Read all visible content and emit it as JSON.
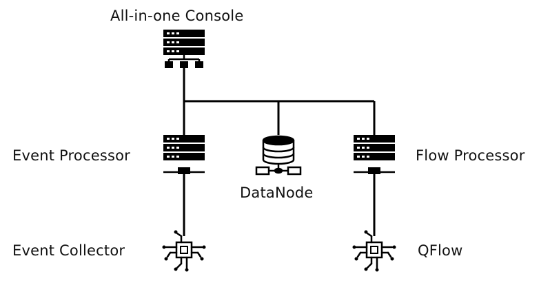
{
  "nodes": {
    "console": {
      "label": "All-in-one Console",
      "icon": "server-rack-network-icon"
    },
    "event_processor": {
      "label": "Event Processor",
      "icon": "server-rack-icon"
    },
    "data_node": {
      "label": "DataNode",
      "icon": "database-icon"
    },
    "flow_processor": {
      "label": "Flow Processor",
      "icon": "server-rack-icon"
    },
    "event_collector": {
      "label": "Event Collector",
      "icon": "chip-circuit-icon"
    },
    "qflow": {
      "label": "QFlow",
      "icon": "chip-circuit-icon"
    }
  },
  "colors": {
    "ink": "#000000",
    "background": "#ffffff"
  }
}
